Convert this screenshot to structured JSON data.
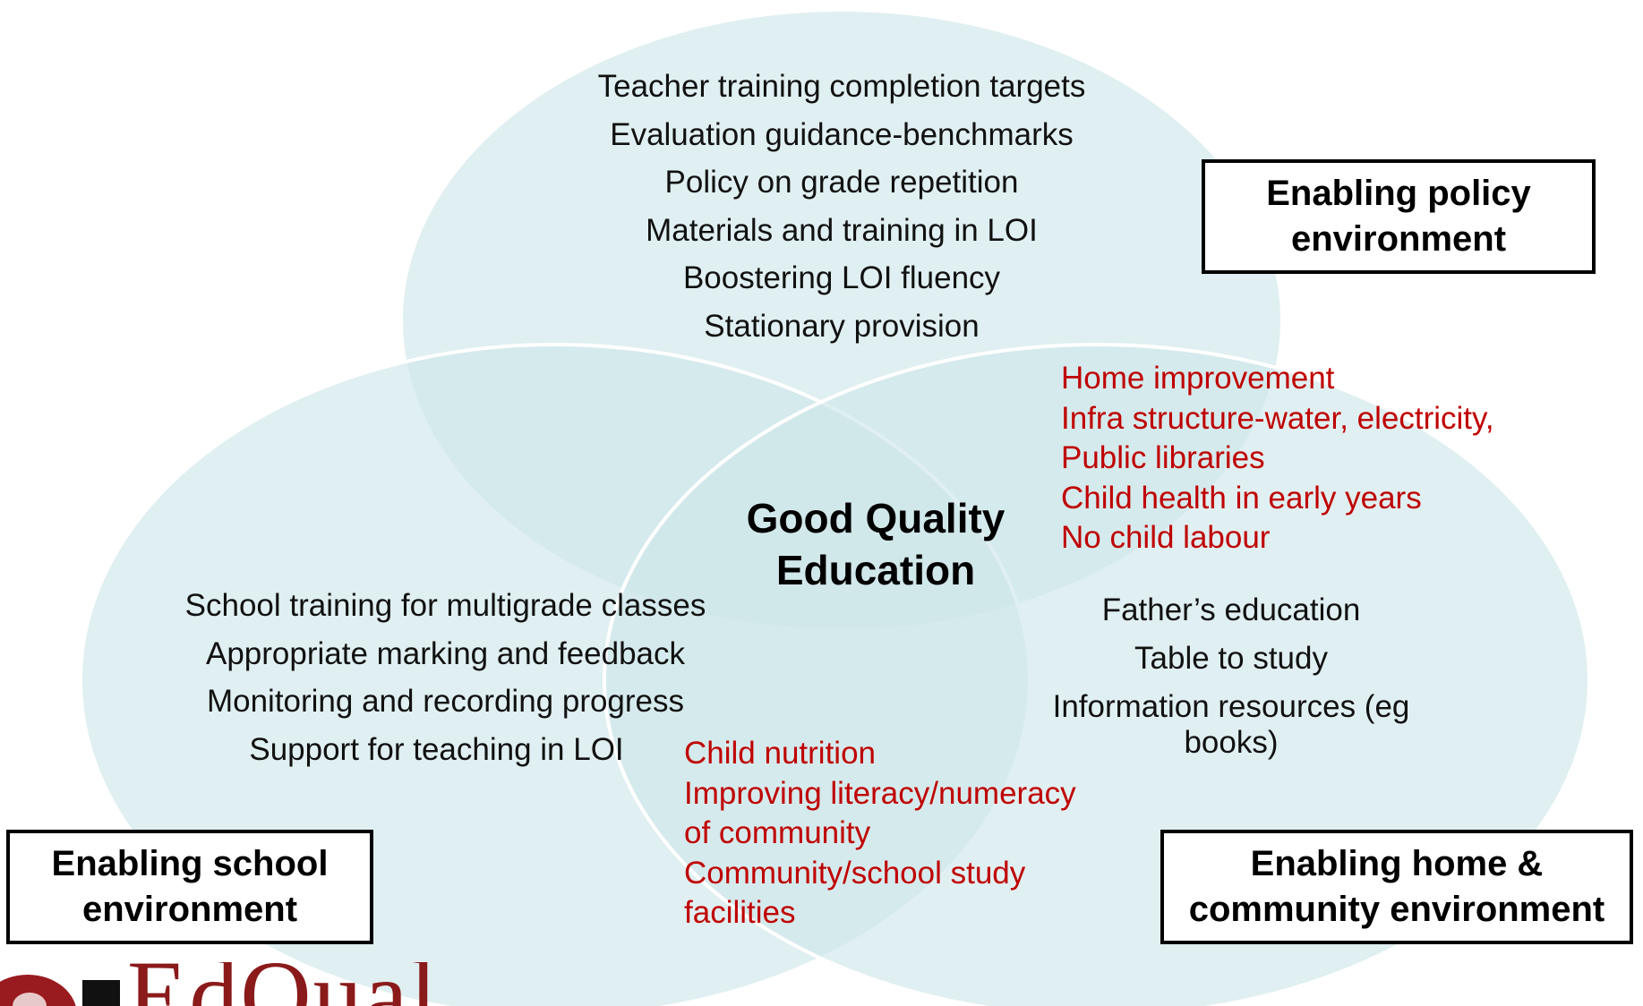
{
  "diagram": {
    "center_label": [
      "Good Quality",
      "Education"
    ],
    "circle_color": "#cfe6ea",
    "highlight_color": "#c00000"
  },
  "policy": {
    "box_label": [
      "Enabling policy",
      "environment"
    ],
    "items": [
      "Teacher training completion targets",
      "Evaluation guidance-benchmarks",
      "Policy on grade repetition",
      "Materials and training in LOI",
      "Boostering LOI fluency",
      "Stationary provision"
    ]
  },
  "policy_home_overlap": {
    "items": [
      "Home improvement",
      "Infra structure-water, electricity,",
      "Public libraries",
      "Child health in early years",
      "No child labour"
    ]
  },
  "school": {
    "box_label": [
      "Enabling school",
      "environment"
    ],
    "items": [
      "School training for multigrade classes",
      "Appropriate marking and feedback",
      "Monitoring and recording progress",
      "Support for teaching in LOI"
    ]
  },
  "school_home_overlap": {
    "items": [
      "Child nutrition",
      "Improving literacy/numeracy",
      "of community",
      "Community/school study",
      "facilities"
    ]
  },
  "home": {
    "box_label": [
      "Enabling home &",
      "community environment"
    ],
    "items": [
      "Father’s education",
      "Table to study",
      "Information resources (eg books)"
    ]
  },
  "logo": {
    "text": "EdQual"
  }
}
